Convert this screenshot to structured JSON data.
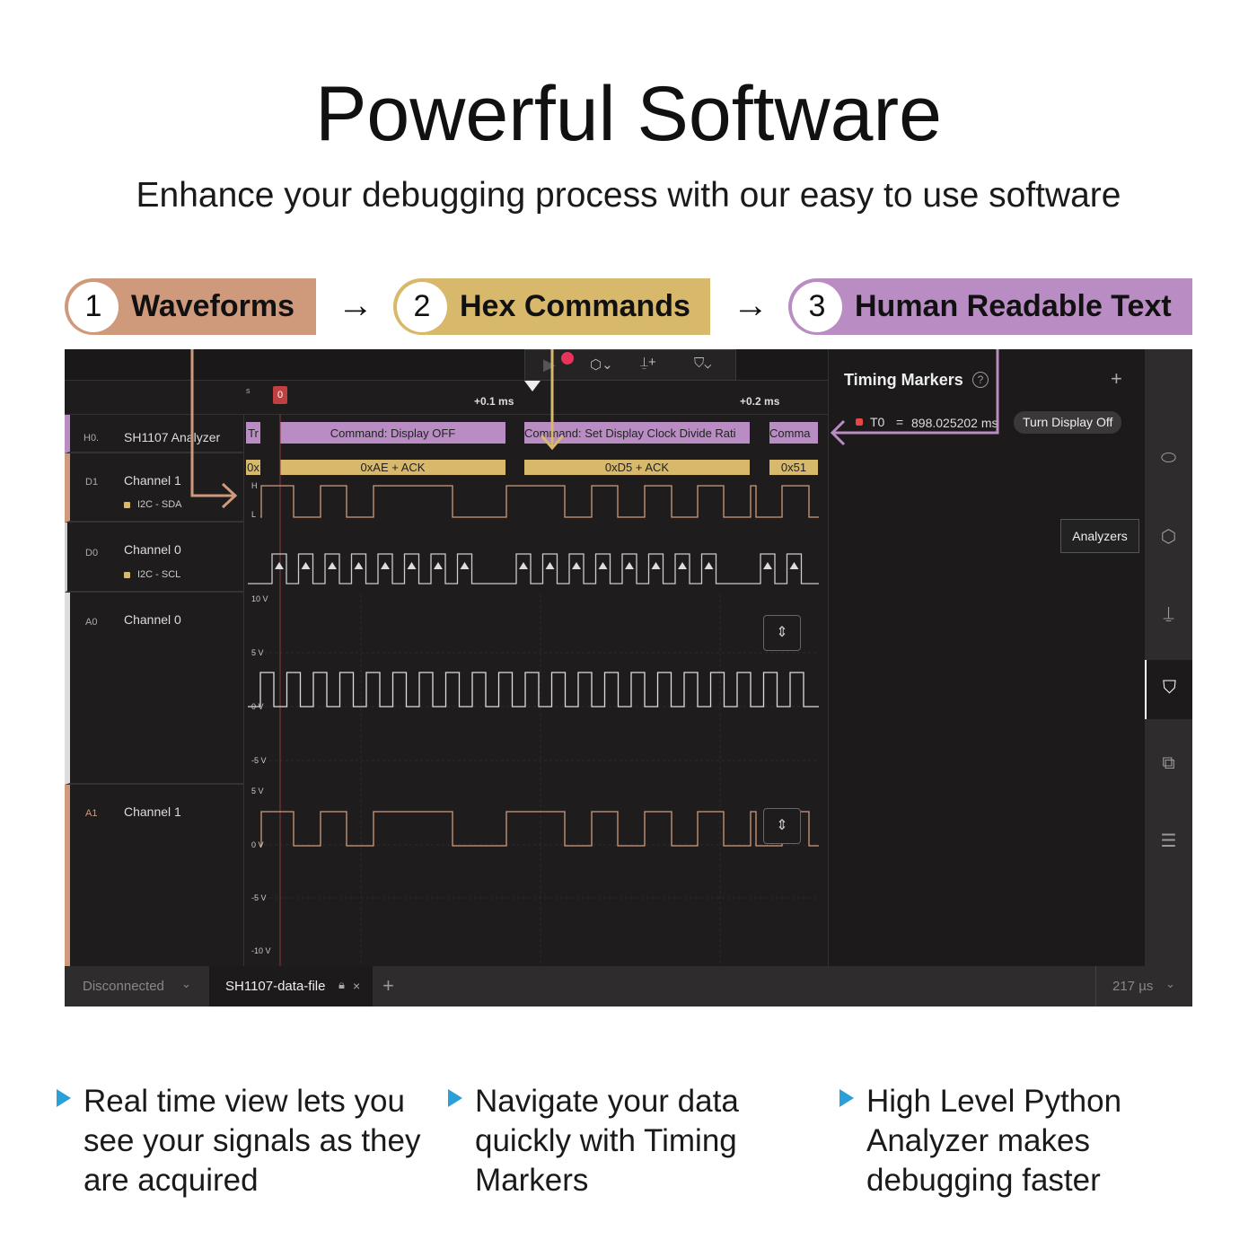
{
  "header": {
    "title": "Powerful Software",
    "subtitle": "Enhance your debugging process with our easy to use software"
  },
  "steps": [
    {
      "num": "1",
      "label": "Waveforms",
      "color": "#cf9a7c"
    },
    {
      "num": "2",
      "label": "Hex Commands",
      "color": "#d8b86a"
    },
    {
      "num": "3",
      "label": "Human Readable Text",
      "color": "#b98cc4"
    }
  ],
  "arrow": "→",
  "app": {
    "timeline": {
      "unit": "s",
      "marker": "0",
      "t1": "+0.1 ms",
      "t2": "+0.2 ms"
    },
    "channels": [
      {
        "id": "H0.",
        "name": "SH1107 Analyzer"
      },
      {
        "id": "D1",
        "name": "Channel 1",
        "sub": "I2C - SDA"
      },
      {
        "id": "D0",
        "name": "Channel 0",
        "sub": "I2C - SCL"
      },
      {
        "id": "A0",
        "name": "Channel 0"
      },
      {
        "id": "A1",
        "name": "Channel 1"
      }
    ],
    "analyzer_frames": [
      "Tr",
      "Command: Display OFF",
      "Command: Set Display Clock Divide Rati",
      "Comma"
    ],
    "hex_frames": [
      "0x",
      "0xAE + ACK",
      "0xD5 + ACK",
      "0x51"
    ],
    "levels": {
      "h": "H",
      "l": "L"
    },
    "a0_scale": [
      "10 V",
      "5 V",
      "0 V",
      "-5 V"
    ],
    "a1_scale": [
      "5 V",
      "0 V",
      "-5 V",
      "-10 V"
    ],
    "timing_markers": {
      "title": "Timing Markers",
      "help": "?",
      "add": "+",
      "marker_name": "T0",
      "eq": "=",
      "value": "898.025202 ms",
      "note": "Turn Display Off"
    },
    "tooltip": "Analyzers",
    "bottom": {
      "device": "Disconnected",
      "tab": "SH1107-data-file",
      "close": "×",
      "add": "+",
      "duration": "217 µs"
    },
    "sidebar_icons": [
      "device-icon",
      "analyzers-icon",
      "measurements-icon",
      "timing-markers-icon",
      "extensions-icon",
      "notes-icon"
    ]
  },
  "bullets": [
    "Real time view lets you see your signals as they are acquired",
    "Navigate your data quickly with Timing Markers",
    "High Level Python Analyzer makes debugging faster"
  ]
}
